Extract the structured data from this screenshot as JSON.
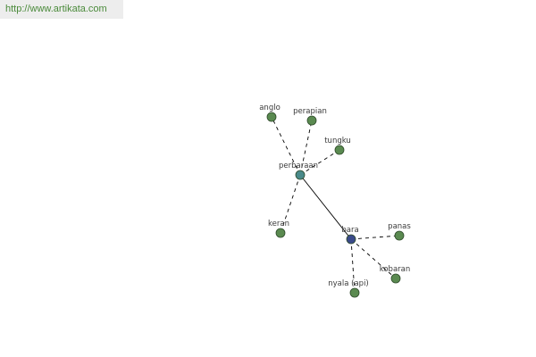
{
  "site": {
    "url": "http://www.artikata.com"
  },
  "graph": {
    "colors": {
      "leaf": "#5a8a50",
      "hub_perbaraan": "#4a8a8a",
      "hub_bara": "#3a4a8a",
      "edge": "#000000",
      "label": "#3a3a3a"
    },
    "nodes": [
      {
        "id": "anglo",
        "label": "anglo",
        "kind": "leaf"
      },
      {
        "id": "perapian",
        "label": "perapian",
        "kind": "leaf"
      },
      {
        "id": "tungku",
        "label": "tungku",
        "kind": "leaf"
      },
      {
        "id": "perbaraan",
        "label": "perbaraan",
        "kind": "hub_perbaraan"
      },
      {
        "id": "keran",
        "label": "keran",
        "kind": "leaf"
      },
      {
        "id": "bara",
        "label": "bara",
        "kind": "hub_bara"
      },
      {
        "id": "panas",
        "label": "panas",
        "kind": "leaf"
      },
      {
        "id": "kobaran",
        "label": "kobaran",
        "kind": "leaf"
      },
      {
        "id": "nyala_api",
        "label": "nyala (api)",
        "kind": "leaf"
      }
    ],
    "edges": [
      {
        "from": "perbaraan",
        "to": "anglo",
        "style": "dashed"
      },
      {
        "from": "perbaraan",
        "to": "perapian",
        "style": "dashed"
      },
      {
        "from": "perbaraan",
        "to": "tungku",
        "style": "dashed"
      },
      {
        "from": "perbaraan",
        "to": "keran",
        "style": "dashed"
      },
      {
        "from": "perbaraan",
        "to": "bara",
        "style": "solid"
      },
      {
        "from": "bara",
        "to": "panas",
        "style": "dashed"
      },
      {
        "from": "bara",
        "to": "kobaran",
        "style": "dashed"
      },
      {
        "from": "bara",
        "to": "nyala_api",
        "style": "dashed"
      }
    ]
  }
}
